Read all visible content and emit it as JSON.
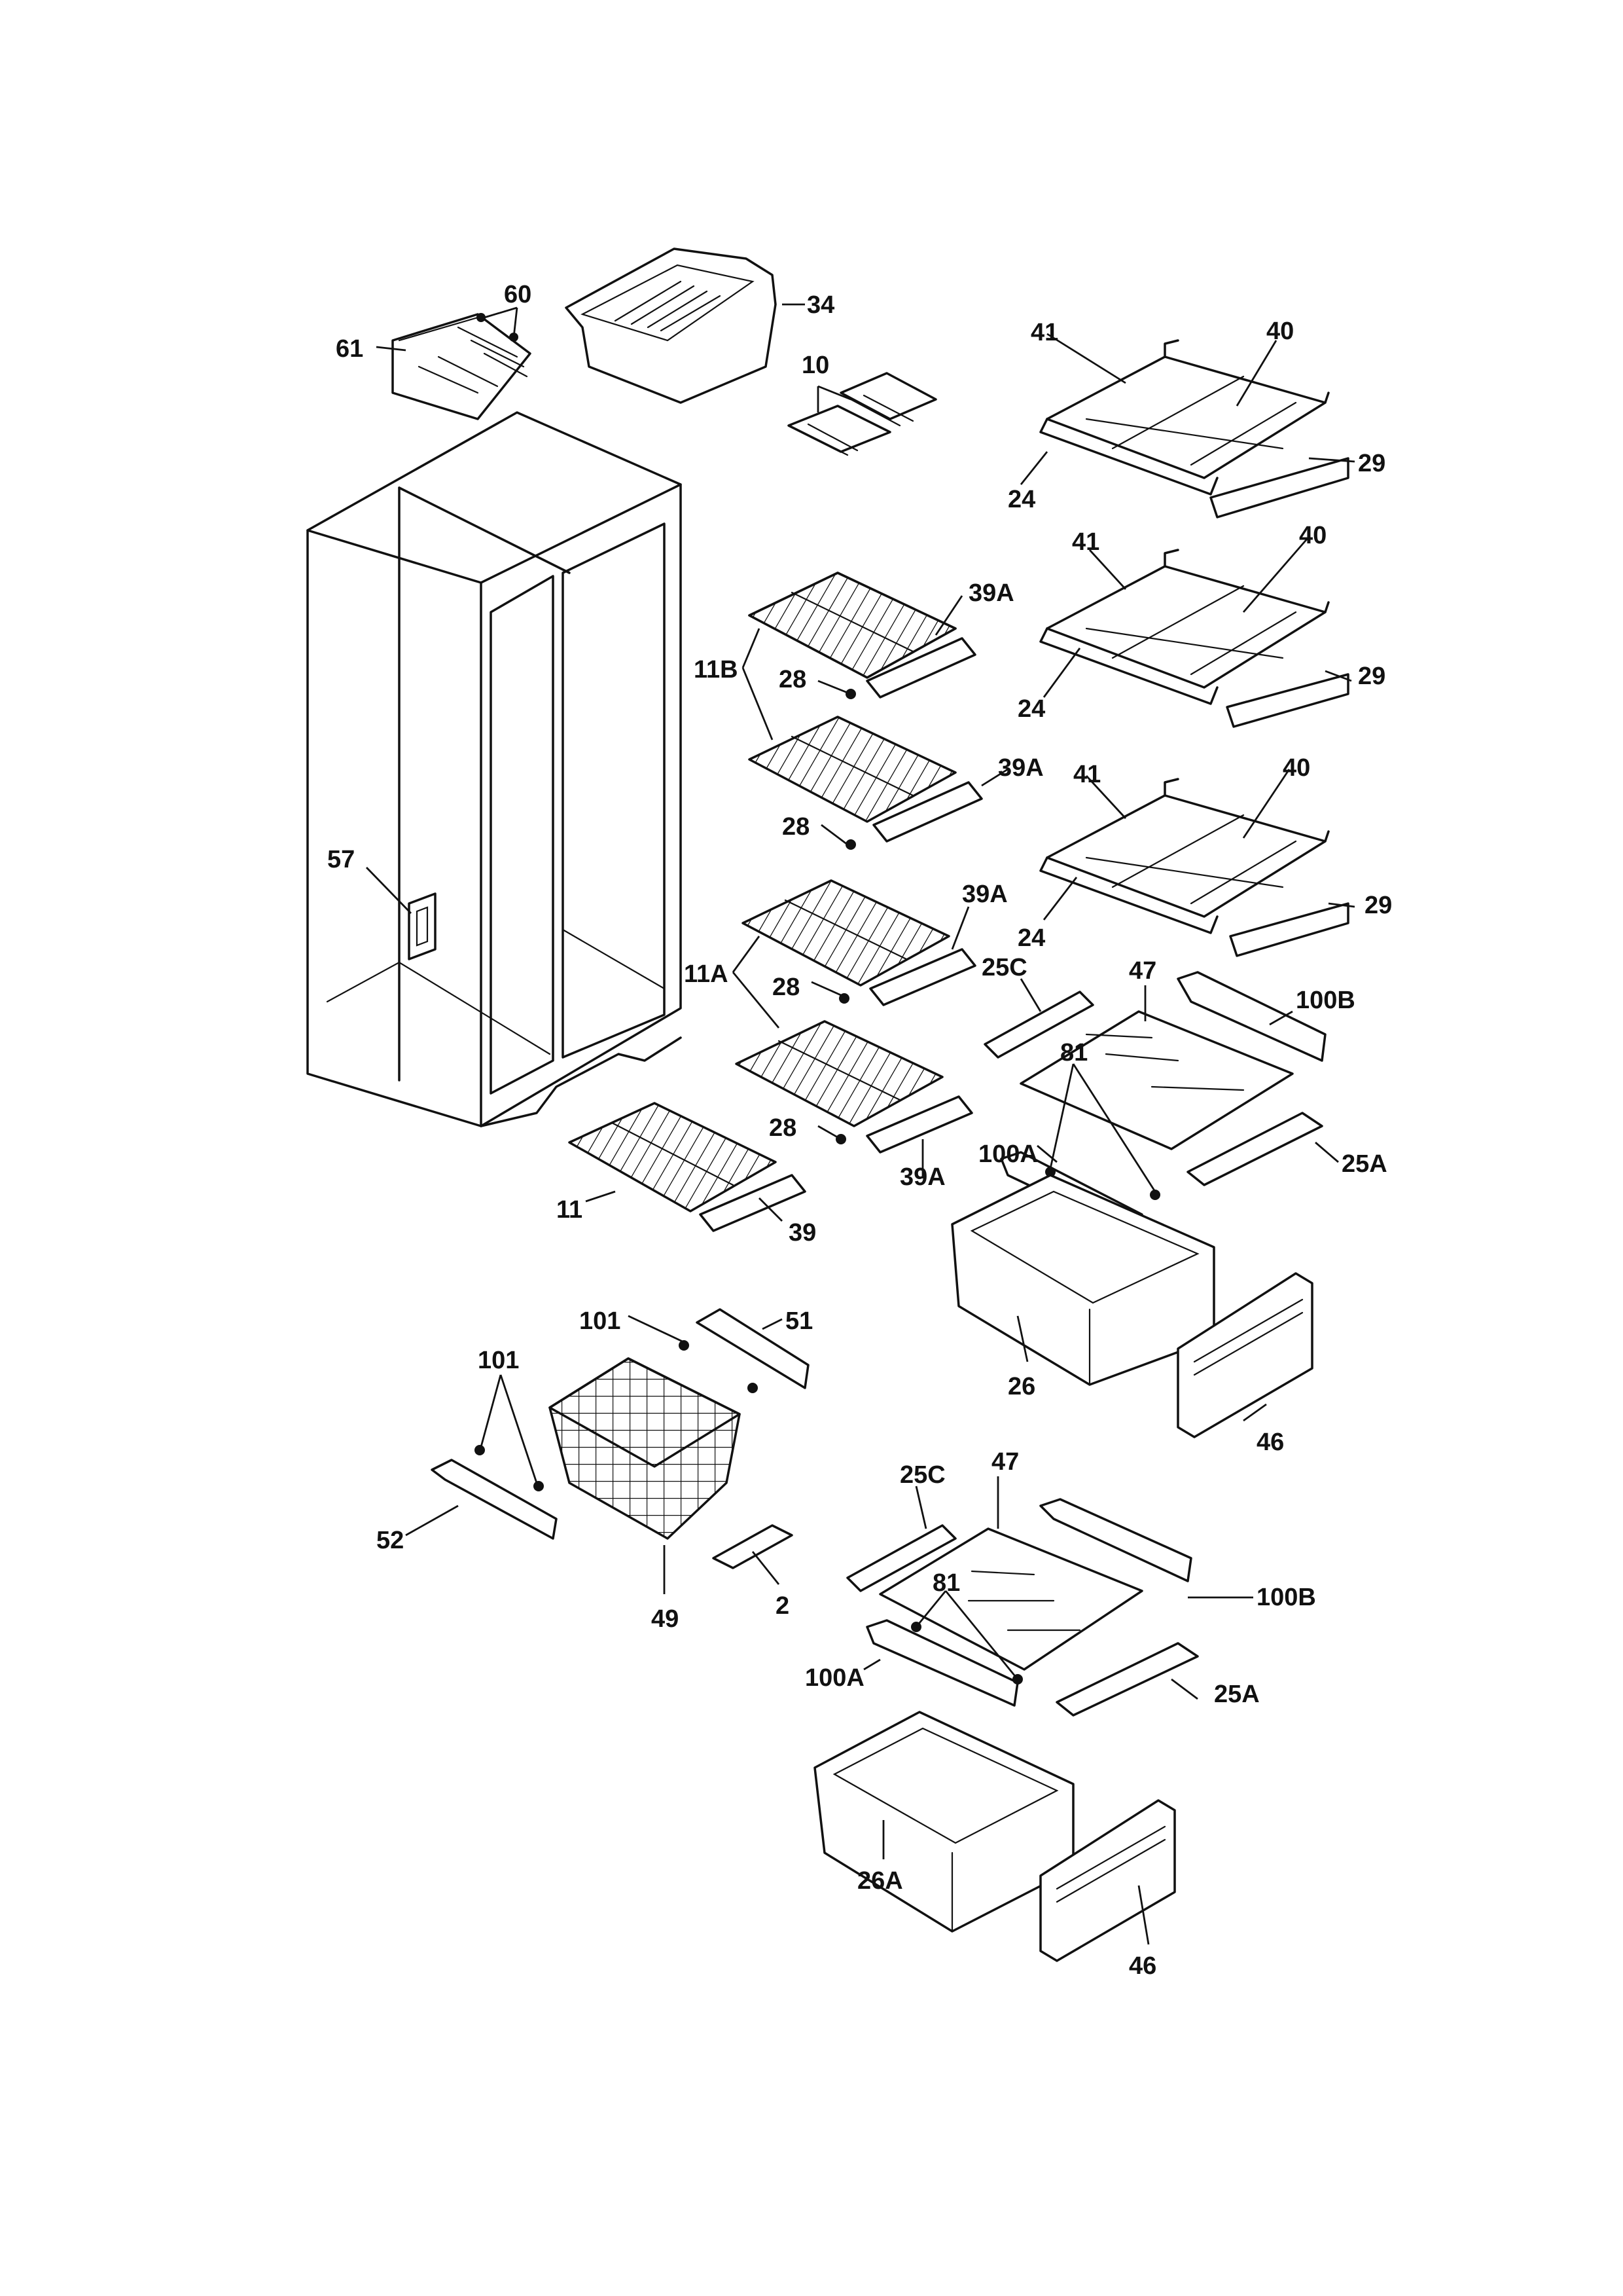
{
  "labels": {
    "l60": "60",
    "l34": "34",
    "l61": "61",
    "l10": "10",
    "l41a": "41",
    "l40a": "40",
    "l29a": "29",
    "l24a": "24",
    "l41b": "41",
    "l40b": "40",
    "l29b": "29",
    "l24b": "24",
    "l41c": "41",
    "l40c": "40",
    "l29c": "29",
    "l24c": "24",
    "l39a1": "39A",
    "l11b": "11B",
    "l28a": "28",
    "l39a2": "39A",
    "l28b": "28",
    "l57": "57",
    "l39a3": "39A",
    "l11a": "11A",
    "l28c": "28",
    "l28d": "28",
    "l39a4": "39A",
    "l11": "11",
    "l39": "39",
    "l25c1": "25C",
    "l47a": "47",
    "l100b1": "100B",
    "l81a": "81",
    "l100a1": "100A",
    "l25a1": "25A",
    "l26": "26",
    "l46a": "46",
    "l101a": "101",
    "l51": "51",
    "l101b": "101",
    "l52": "52",
    "l49": "49",
    "l2": "2",
    "l25c2": "25C",
    "l47b": "47",
    "l100b2": "100B",
    "l81b": "81",
    "l100a2": "100A",
    "l25a2": "25A",
    "l26a": "26A",
    "l46b": "46"
  }
}
